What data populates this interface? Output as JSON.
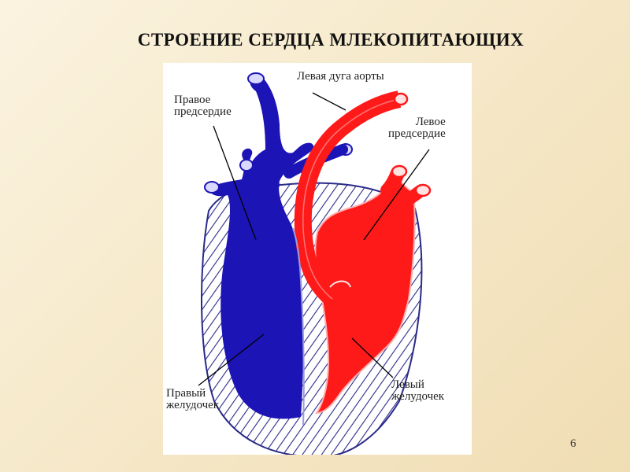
{
  "slide": {
    "title": "СТРОЕНИЕ СЕРДЦА МЛЕКОПИТАЮЩИХ",
    "page_number": "6"
  },
  "diagram": {
    "labels": {
      "aortic_arch": "Левая дуга аорты",
      "right_atrium": "Правое\nпредсердие",
      "left_atrium": "Левое\nпредсердие",
      "right_ventricle": "Правый\nжелудочек",
      "left_ventricle": "Левый\nжелудочек"
    },
    "colors": {
      "venous_blood": "#1c14b5",
      "arterial_blood": "#ff1a1a",
      "wall_hatch": "#2a2a8a"
    }
  }
}
